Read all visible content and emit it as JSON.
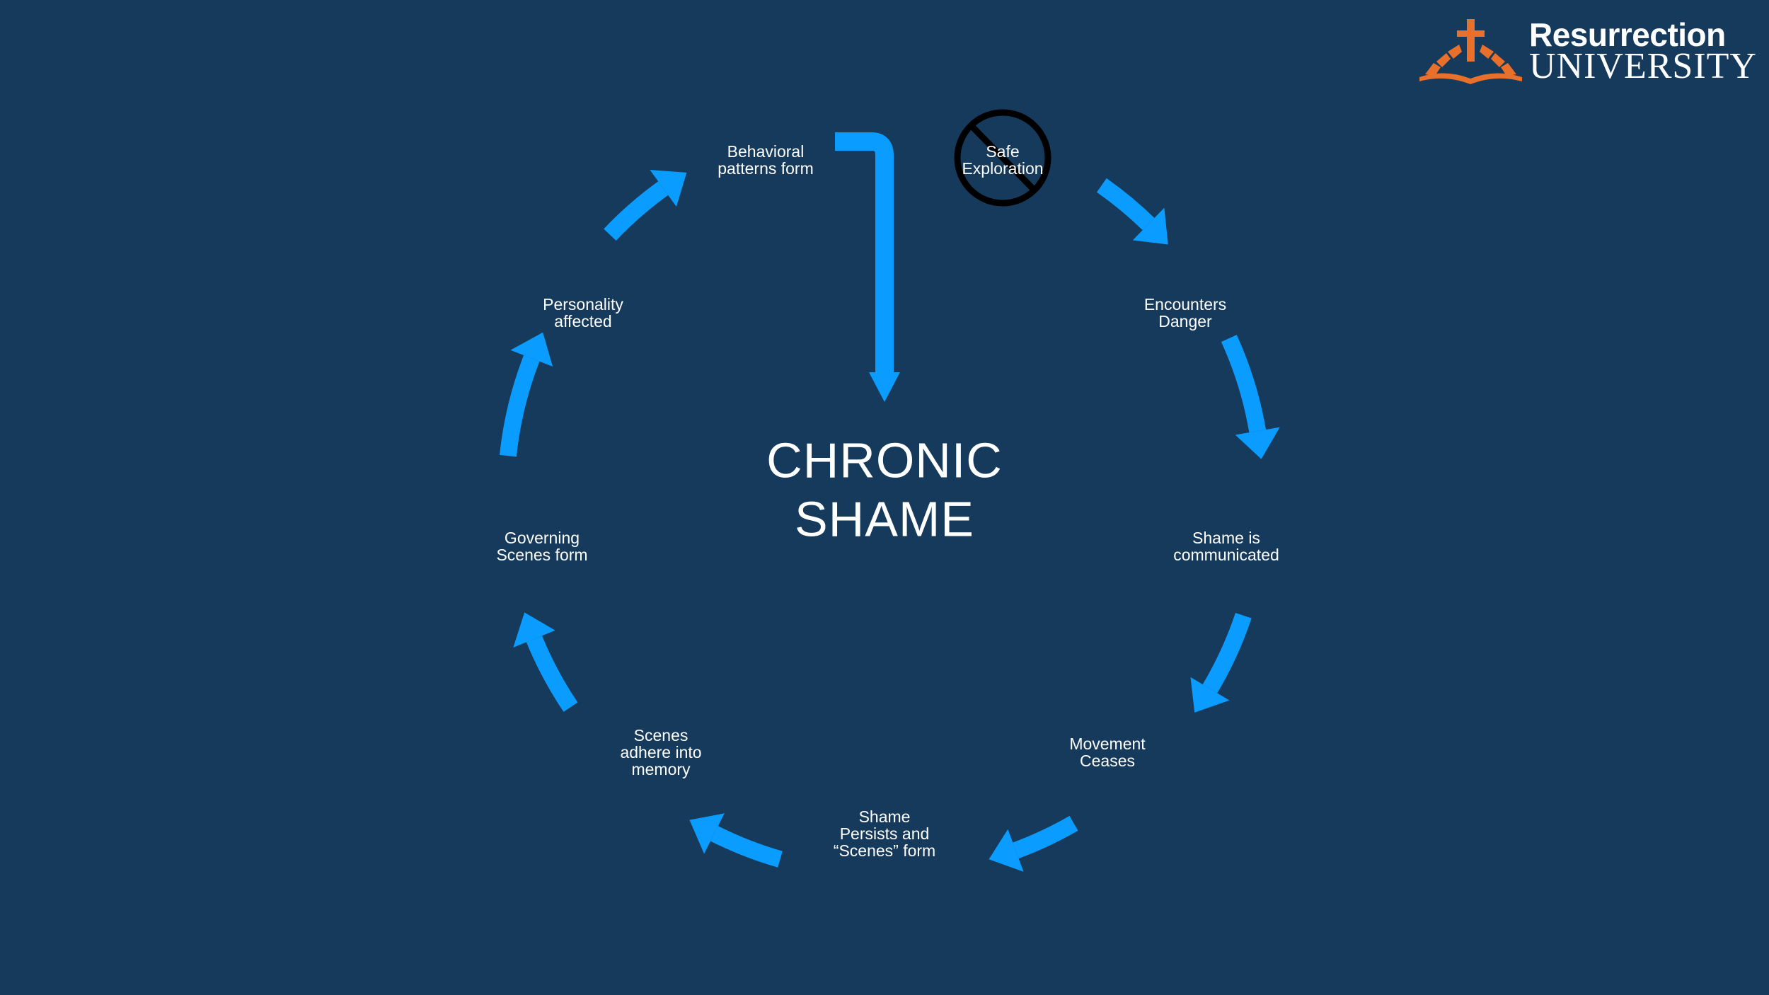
{
  "logo": {
    "line1": "Resurrection",
    "line2": "UNIVERSITY",
    "accent_color": "#e8702a"
  },
  "diagram": {
    "center_title": "CHRONIC\nSHAME",
    "arrow_color": "#0a9cff",
    "nodes": [
      {
        "id": "safe-exploration",
        "label": "Safe\nExploration",
        "crossed_out": true
      },
      {
        "id": "encounters-danger",
        "label": "Encounters\nDanger"
      },
      {
        "id": "shame-communicated",
        "label": "Shame is\ncommunicated"
      },
      {
        "id": "movement-ceases",
        "label": "Movement\nCeases"
      },
      {
        "id": "shame-persists",
        "label": "Shame\nPersists and\n“Scenes” form"
      },
      {
        "id": "scenes-adhere",
        "label": "Scenes\nadhere into\nmemory"
      },
      {
        "id": "governing-scenes",
        "label": "Governing\nScenes form"
      },
      {
        "id": "personality-affected",
        "label": "Personality\naffected"
      },
      {
        "id": "behavioral-patterns",
        "label": "Behavioral\npatterns form"
      }
    ]
  }
}
